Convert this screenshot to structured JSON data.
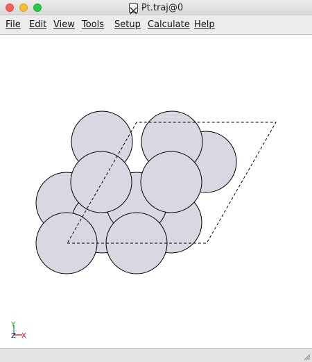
{
  "window": {
    "title": "Pt.traj@0",
    "title_icon": "x11-icon",
    "controls": [
      "close",
      "minimize",
      "maximize"
    ]
  },
  "menu": [
    {
      "label": "File",
      "name": "menu-file"
    },
    {
      "label": "Edit",
      "name": "menu-edit"
    },
    {
      "label": "View",
      "name": "menu-view"
    },
    {
      "label": "Tools",
      "name": "menu-tools"
    },
    {
      "label": "Setup",
      "name": "menu-setup"
    },
    {
      "label": "Calculate",
      "name": "menu-calculate"
    },
    {
      "label": "Help",
      "name": "menu-help"
    }
  ],
  "viewer": {
    "atom_fill": "#d8d8e2",
    "atom_stroke": "#000000",
    "atom_count": 12,
    "unit_cell_style": "dashed"
  },
  "axes": {
    "y_label": "Y",
    "z_label": "Z",
    "x_label": "X",
    "y_color": "#00aa00",
    "z_color": "#0000cc",
    "x_color": "#dd0000"
  },
  "statusbar": {
    "text": ""
  }
}
